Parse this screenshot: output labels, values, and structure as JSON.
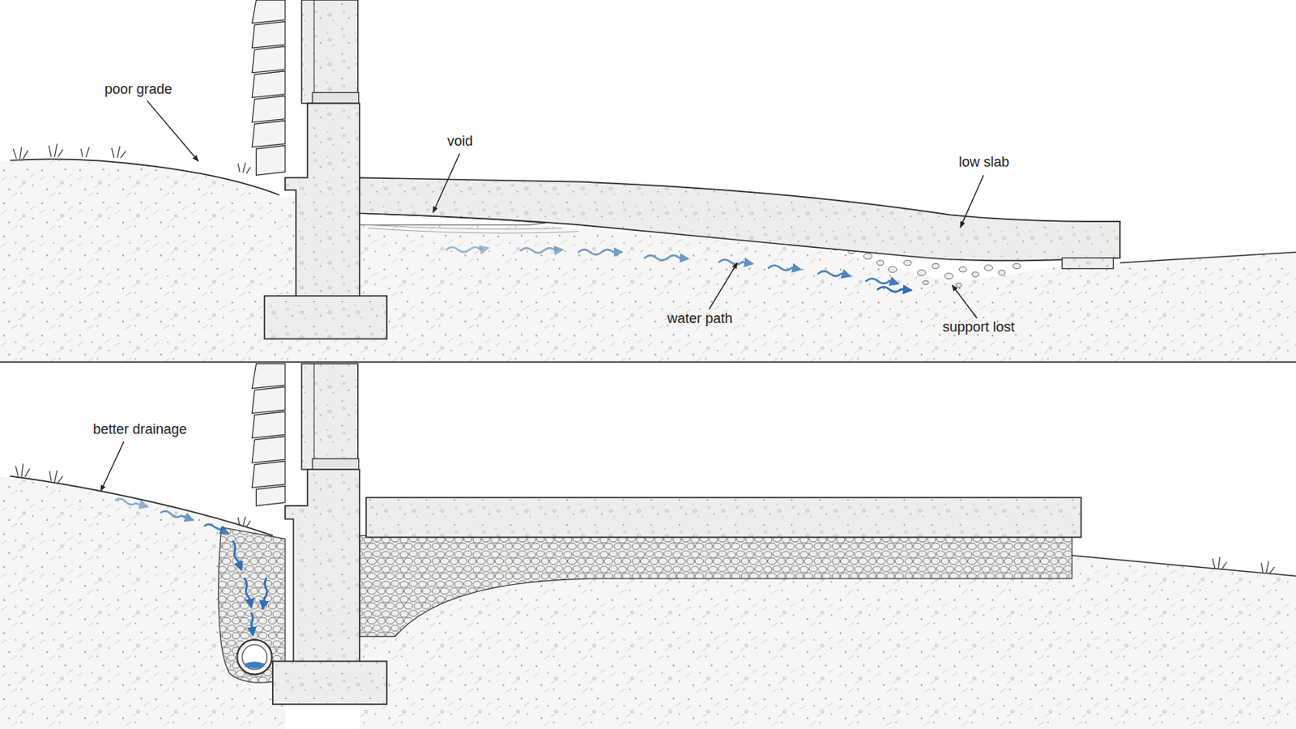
{
  "diagram": {
    "labels": [
      "poor grade",
      "void",
      "low slab",
      "water path",
      "support lost",
      "better drainage"
    ]
  }
}
